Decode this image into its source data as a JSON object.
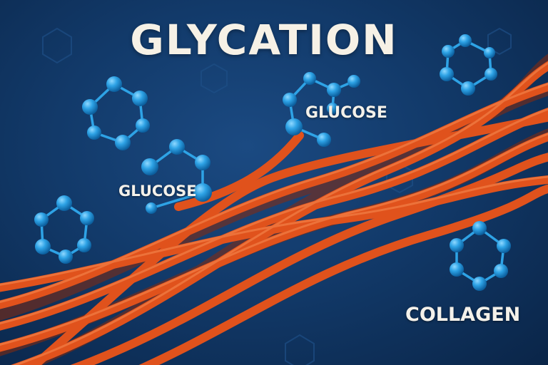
{
  "title": "GLYCATION",
  "labels": {
    "glucose_right": "GLUCOSE",
    "glucose_left": "GLUCOSE",
    "collagen": "COLLAGEN"
  },
  "colors": {
    "background": "#123a6a",
    "fiber": "#e0521c",
    "molecule": "#2ea3e6",
    "text": "#f6f1e6"
  }
}
